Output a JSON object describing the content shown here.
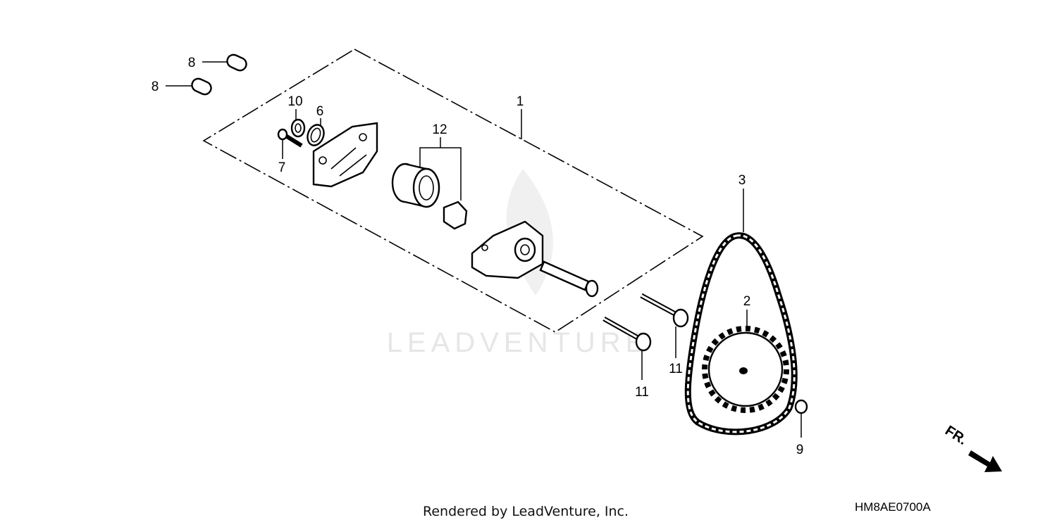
{
  "watermark": "LEADVENTURE",
  "callouts": [
    {
      "id": "1",
      "label": "1"
    },
    {
      "id": "2",
      "label": "2"
    },
    {
      "id": "3",
      "label": "3"
    },
    {
      "id": "6",
      "label": "6"
    },
    {
      "id": "7",
      "label": "7"
    },
    {
      "id": "8a",
      "label": "8"
    },
    {
      "id": "8b",
      "label": "8"
    },
    {
      "id": "9",
      "label": "9"
    },
    {
      "id": "10",
      "label": "10"
    },
    {
      "id": "11a",
      "label": "11"
    },
    {
      "id": "11b",
      "label": "11"
    },
    {
      "id": "12",
      "label": "12"
    }
  ],
  "direction_arrow": "FR.",
  "diagram_code": "HM8AE0700A",
  "footer": "Rendered by LeadVenture, Inc."
}
